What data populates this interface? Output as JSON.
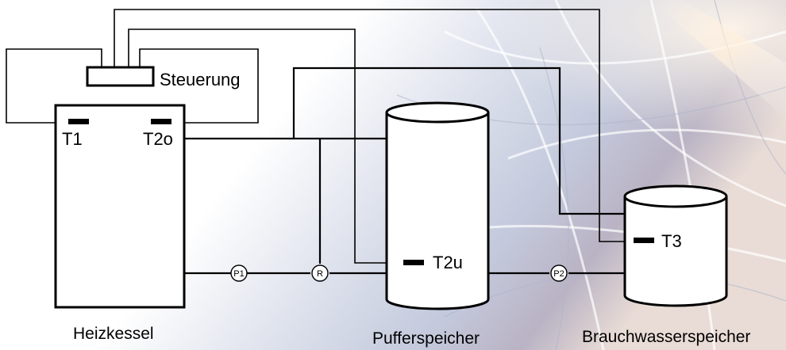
{
  "components": {
    "controller": "Steuerung",
    "boiler": "Heizkessel",
    "buffer": "Pufferspeicher",
    "hot_water": "Brauchwasserspeicher"
  },
  "sensors": {
    "t1": "T1",
    "t2o": "T2o",
    "t2u": "T2u",
    "t3": "T3"
  },
  "pumps": {
    "p1": "P1",
    "r": "R",
    "p2": "P2"
  },
  "colors": {
    "line": "#000000",
    "background_light": "#ffffff",
    "background_glass": "#c9cfe0"
  }
}
